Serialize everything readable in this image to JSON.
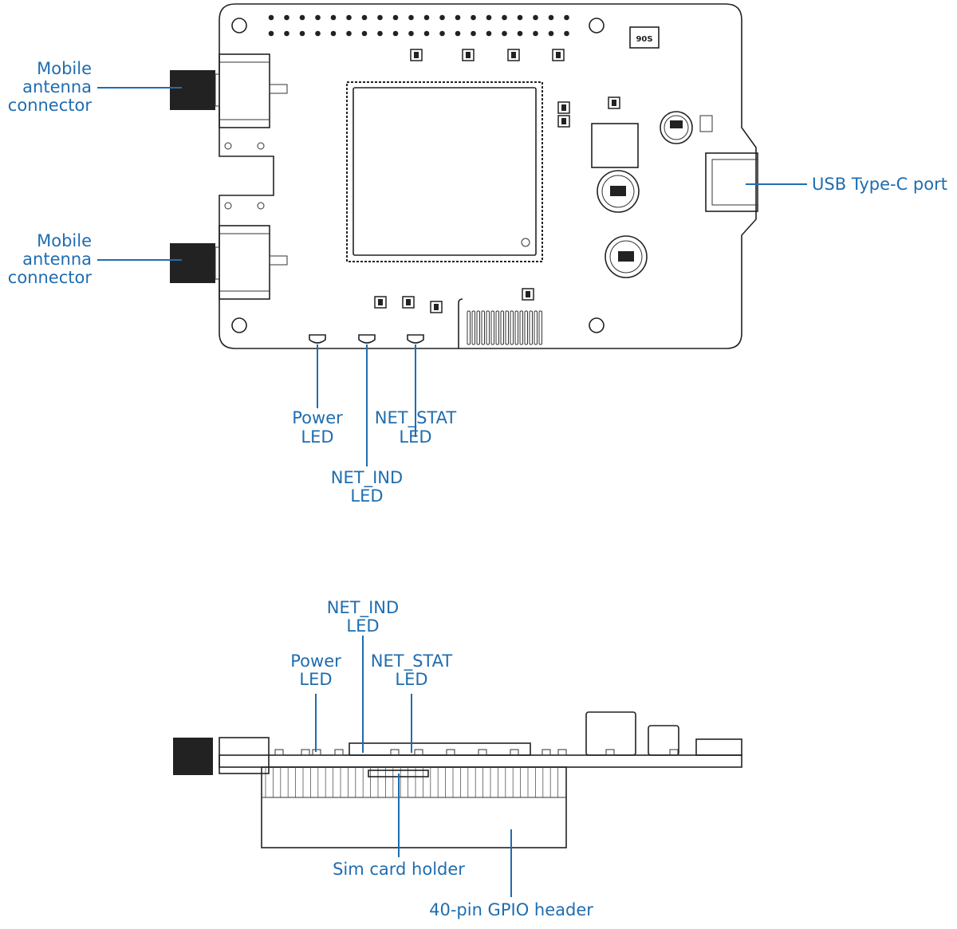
{
  "colors": {
    "label": "#1f6db0",
    "outline": "#222222",
    "background": "#ffffff"
  },
  "top_view": {
    "labels": {
      "antenna_1": [
        "Mobile",
        "antenna",
        "connector"
      ],
      "antenna_2": [
        "Mobile",
        "antenna",
        "connector"
      ],
      "usb": "USB Type-C port",
      "power_led": [
        "Power",
        "LED"
      ],
      "net_stat_led": [
        "NET_STAT",
        "LED"
      ],
      "net_ind_led": [
        "NET_IND",
        "LED"
      ]
    },
    "chip_marking": "90S"
  },
  "side_view": {
    "labels": {
      "net_ind_led": [
        "NET_IND",
        "LED"
      ],
      "power_led": [
        "Power",
        "LED"
      ],
      "net_stat_led": [
        "NET_STAT",
        "LED"
      ],
      "sim_holder": "Sim card holder",
      "gpio_header": "40-pin GPIO header"
    }
  }
}
